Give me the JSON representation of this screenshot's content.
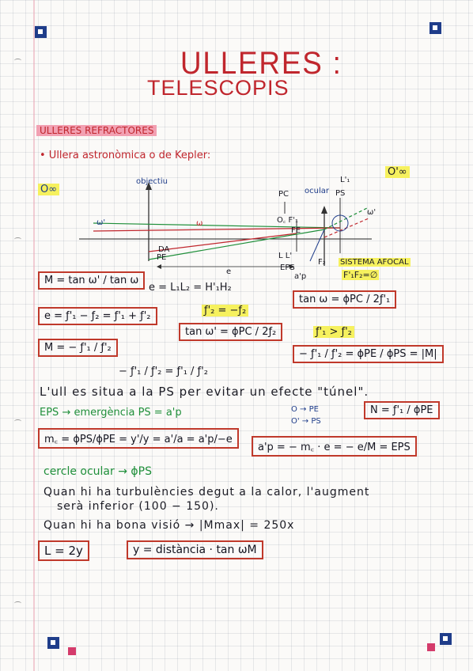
{
  "title": {
    "line1": "ULLERES :",
    "line2": "TELESCOPIS"
  },
  "section": {
    "heading": "ULLERES REFRACTORES",
    "subheading": "• Ullera astronòmica o de Kepler:"
  },
  "diagram": {
    "o_infinity_left": "O∞",
    "o_infinity_right": "O'∞",
    "objective": "objectiu",
    "ocular": "ocular",
    "w": "ω",
    "w_prime": "ω'",
    "w_prime_right": "ω'",
    "pc": "PC",
    "ps": "PS",
    "l1p": "L'₁",
    "oc_f1": "O꜀ F'₁",
    "fe": "FE",
    "da": "DA",
    "pe": "PE",
    "ll": "L L'",
    "eps": "EPS",
    "ap": "a'p",
    "e": "e",
    "f2": "F₂",
    "afocal1": "SISTEMA AFOCAL",
    "afocal2": "F'₁F₂=∅"
  },
  "formulas": {
    "m_tan": "M = tan ω' / tan ω",
    "e_def": "e = L₁L₂ = H'₁H₂",
    "e_focal": "e = ƒ'₁ − ƒ₂ = ƒ'₁ + ƒ'₂",
    "f2p": "ƒ'₂ = −ƒ₂",
    "tan_w": "tan ω = ϕPC / 2ƒ'₁",
    "tan_wp": "tan ω' = ϕPC / 2ƒ₂",
    "m_focal": "M = − ƒ'₁ / ƒ'₂",
    "f1_gt_f2": "ƒ'₁ > ƒ'₂",
    "ratio_focal": "− ƒ'₁ / ƒ'₂ = ƒ'₁ / ƒ'₂",
    "ratio_pe": "− ƒ'₁ / ƒ'₂ = ϕPE / ϕPS = |M|"
  },
  "texts": {
    "ull": "L'ull es situa a la PS per evitar un efecte \"túnel\".",
    "eps_eq": "EPS → emergència  PS = a'p",
    "o_pe": "O → PE",
    "o_ps": "O' → PS",
    "n_eq": "N = ƒ'₁ / ϕPE",
    "m_oc": "m꜀ = ϕPS/ϕPE = y'/y = a'/a = a'p/−e",
    "ap_eq": "a'p = − m꜀ · e = − e/M = EPS",
    "cercle": "cercle ocular → ϕPS",
    "turb1": "Quan hi ha turbulències degut a la calor, l'augment",
    "turb2": "serà inferior (100 − 150).",
    "bona": "Quan hi ha bona visió → |Mmax| = 250x",
    "l_eq": "L = 2y",
    "y_eq": "y = distància · tan ωM"
  },
  "colors": {
    "red": "#c0262d",
    "green": "#1f8f3a",
    "blue": "#1f3d8a",
    "pink_hl": "#f2a0b2",
    "yellow_hl": "#f6f15e"
  }
}
